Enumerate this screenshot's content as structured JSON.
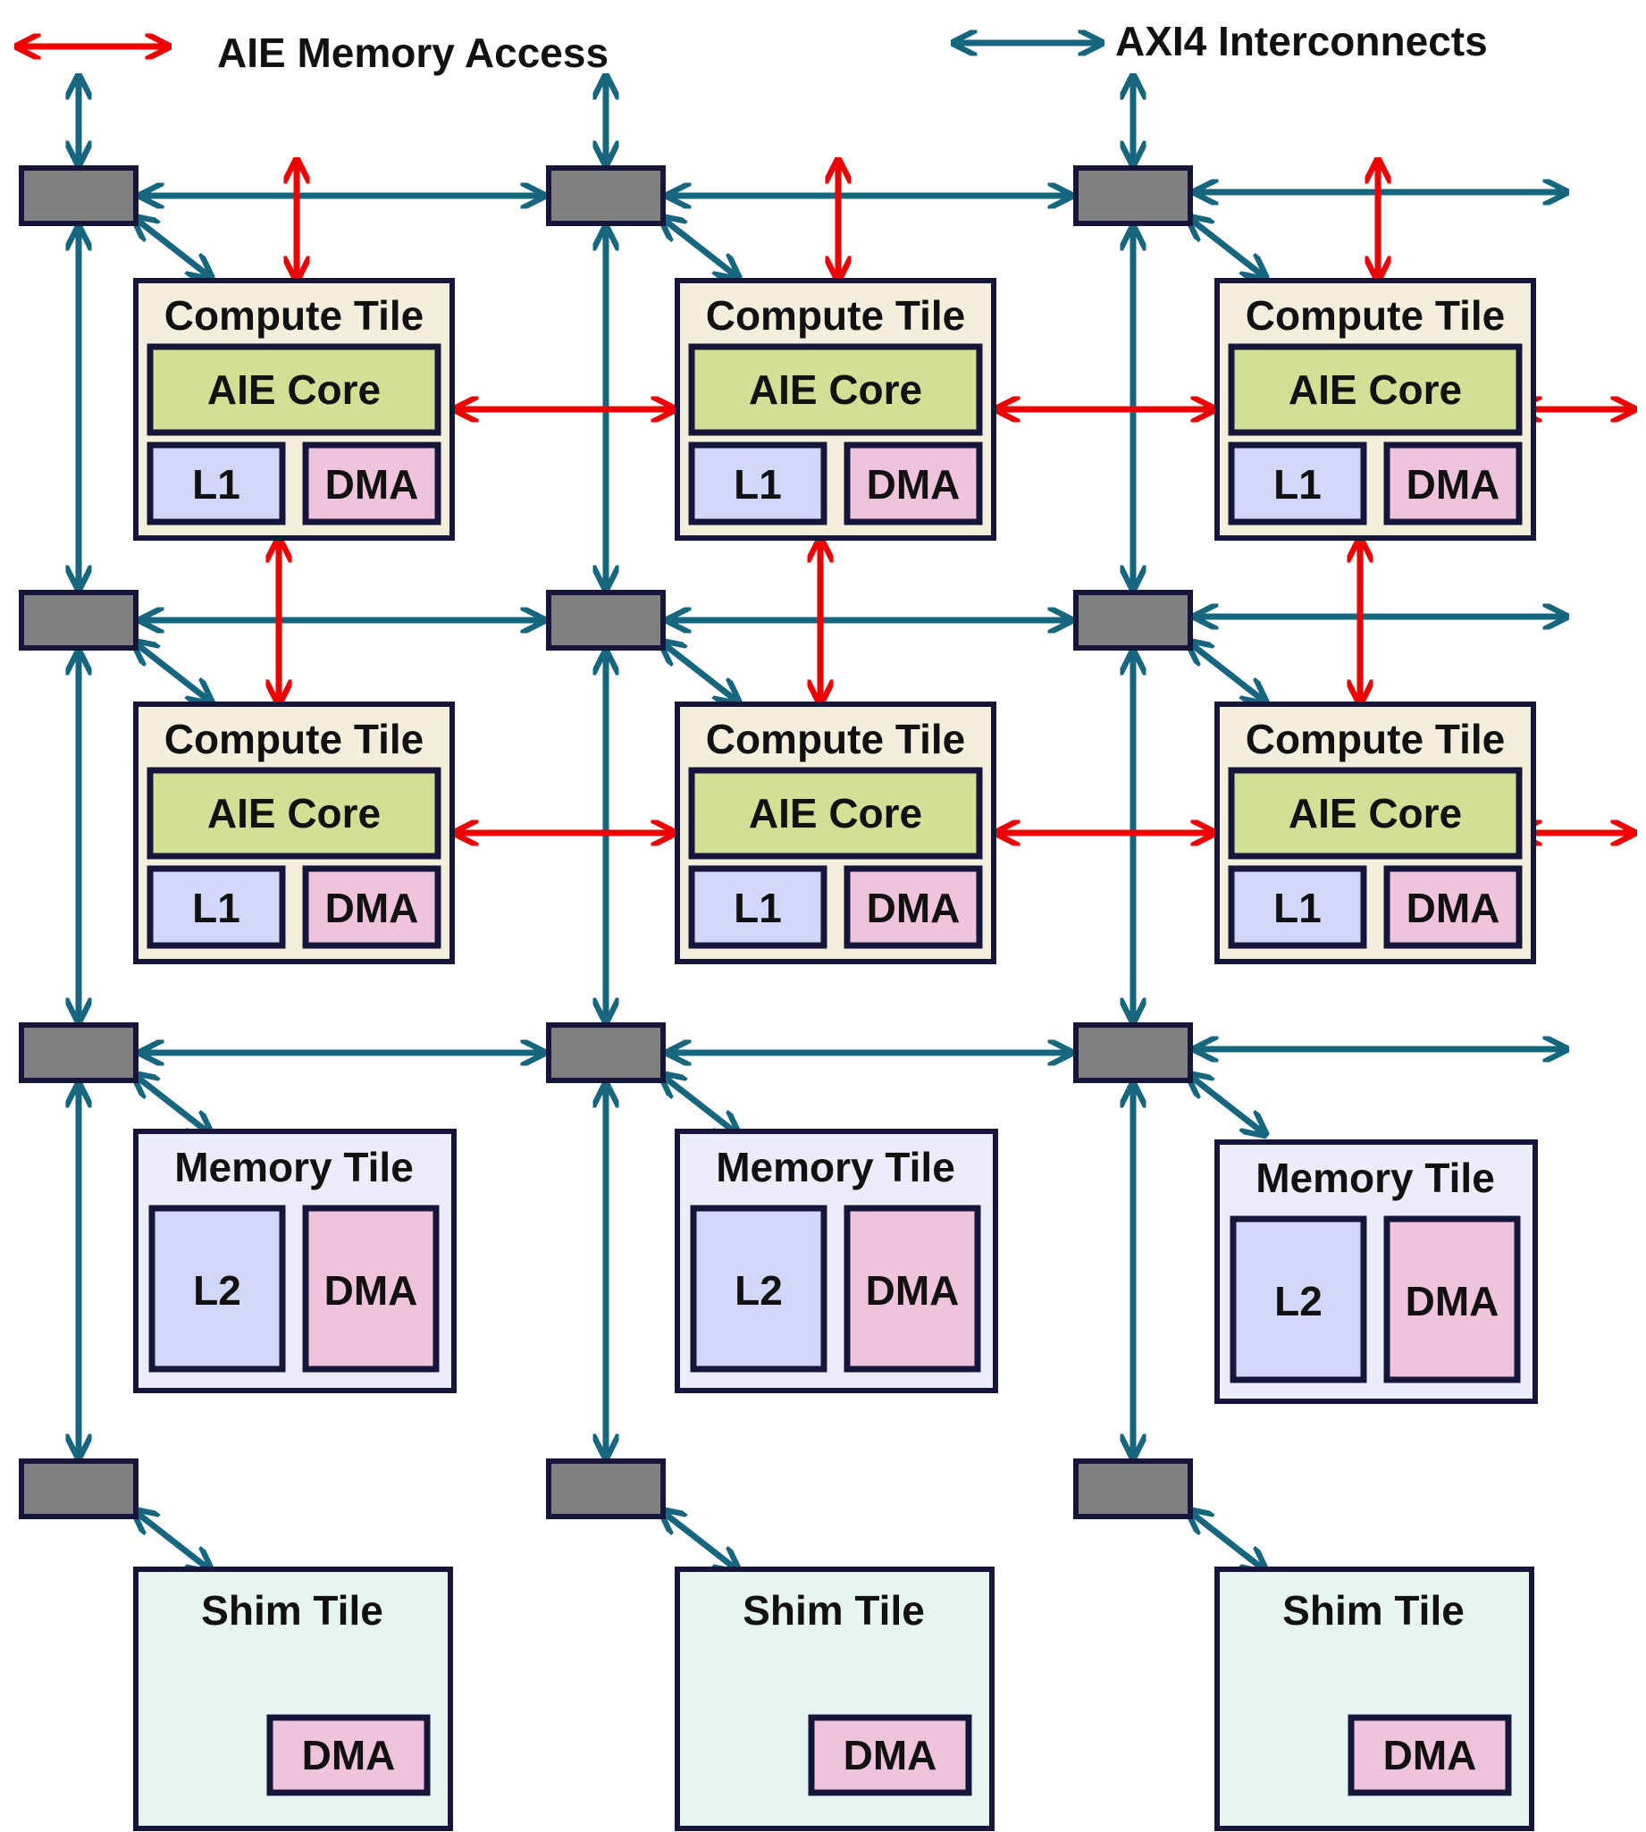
{
  "legend": {
    "memory_access_label": "AIE Memory Access",
    "axi_label": "AXI4 Interconnects"
  },
  "colors": {
    "axi": "#17667f",
    "memory_access": "#ee0000",
    "switch_box": "#808080",
    "outline": "#15163a",
    "compute_tile_bg": "#f3efdc",
    "core_bg": "#d3df94",
    "l1_bg": "#d0d7f8",
    "dma_bg": "#f0c3dc",
    "memory_tile_bg": "#ececfb",
    "shim_tile_bg": "#e6f5f2"
  },
  "tiles": {
    "compute": {
      "title": "Compute Tile",
      "core": "AIE Core",
      "l1": "L1",
      "dma": "DMA"
    },
    "memory": {
      "title": "Memory Tile",
      "l2": "L2",
      "dma": "DMA"
    },
    "shim": {
      "title": "Shim Tile",
      "dma": "DMA"
    }
  },
  "grid": {
    "columns": 3,
    "compute_rows": 2,
    "memory_rows": 1,
    "shim_rows": 1
  }
}
